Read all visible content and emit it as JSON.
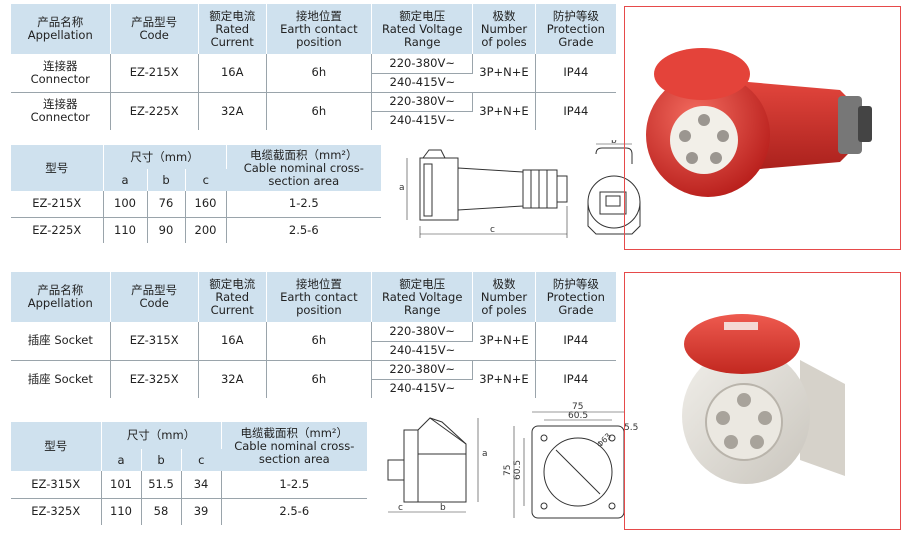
{
  "headers": {
    "name": "产品名称\nAppellation",
    "code": "产品型号\nCode",
    "current": "额定电流\nRated\nCurrent",
    "earth": "接地位置\nEarth contact\nposition",
    "voltage": "额定电压\nRated Voltage\nRange",
    "poles": "极数\nNumber\nof poles",
    "grade": "防护等级\nProtection\nGrade"
  },
  "connector_rows": [
    {
      "name": "连接器\nConnector",
      "code": "EZ-215X",
      "current": "16A",
      "earth": "6h",
      "v1": "220-380V~",
      "v2": "240-415V~",
      "poles": "3P+N+E",
      "grade": "IP44"
    },
    {
      "name": "连接器\nConnector",
      "code": "EZ-225X",
      "current": "32A",
      "earth": "6h",
      "v1": "220-380V~",
      "v2": "240-415V~",
      "poles": "3P+N+E",
      "grade": "IP44"
    }
  ],
  "socket_rows": [
    {
      "name": "插座 Socket",
      "code": "EZ-315X",
      "current": "16A",
      "earth": "6h",
      "v1": "220-380V~",
      "v2": "240-415V~",
      "poles": "3P+N+E",
      "grade": "IP44"
    },
    {
      "name": "插座 Socket",
      "code": "EZ-325X",
      "current": "32A",
      "earth": "6h",
      "v1": "220-380V~",
      "v2": "240-415V~",
      "poles": "3P+N+E",
      "grade": "IP44"
    }
  ],
  "dim_headers": {
    "model": "型号",
    "size": "尺寸（mm）",
    "a": "a",
    "b": "b",
    "c": "c",
    "cable": "电缆截面积（mm²）\nCable nominal cross-\nsection area"
  },
  "connector_dims": [
    {
      "model": "EZ-215X",
      "a": "100",
      "b": "76",
      "c": "160",
      "cable": "1-2.5"
    },
    {
      "model": "EZ-225X",
      "a": "110",
      "b": "90",
      "c": "200",
      "cable": "2.5-6"
    }
  ],
  "socket_dims": [
    {
      "model": "EZ-315X",
      "a": "101",
      "b": "51.5",
      "c": "34",
      "cable": "1-2.5"
    },
    {
      "model": "EZ-325X",
      "a": "110",
      "b": "58",
      "c": "39",
      "cable": "2.5-6"
    }
  ],
  "drawing_labels": {
    "a": "a",
    "b": "b",
    "c": "c",
    "d75": "75",
    "d605": "60.5",
    "d55": "5.5",
    "dphi63": "Φ63",
    "d75v": "75",
    "d605v": "60.5"
  },
  "colors": {
    "header_bg": "#cfe1ee",
    "frame_red": "#e64a4a",
    "product_red": "#d8312c"
  }
}
